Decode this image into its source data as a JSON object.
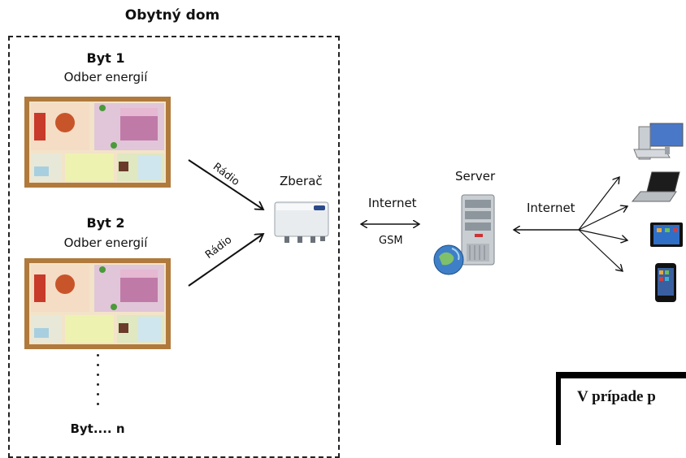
{
  "building": {
    "title": "Obytný dom"
  },
  "apartments": [
    {
      "name": "Byt 1",
      "subtitle": "Odber energií"
    },
    {
      "name": "Byt 2",
      "subtitle": "Odber energií"
    }
  ],
  "apartment_n": "Byt.... n",
  "links": {
    "radio_1": "Rádio",
    "radio_2": "Rádio",
    "internet_1": "Internet",
    "gsm": "GSM",
    "internet_2": "Internet"
  },
  "collector": {
    "label": "Zberač"
  },
  "server": {
    "label": "Server"
  },
  "devices": [
    "desktop-computer-icon",
    "laptop-icon",
    "tablet-icon",
    "smartphone-icon"
  ],
  "note": {
    "text": "V prípade p"
  }
}
